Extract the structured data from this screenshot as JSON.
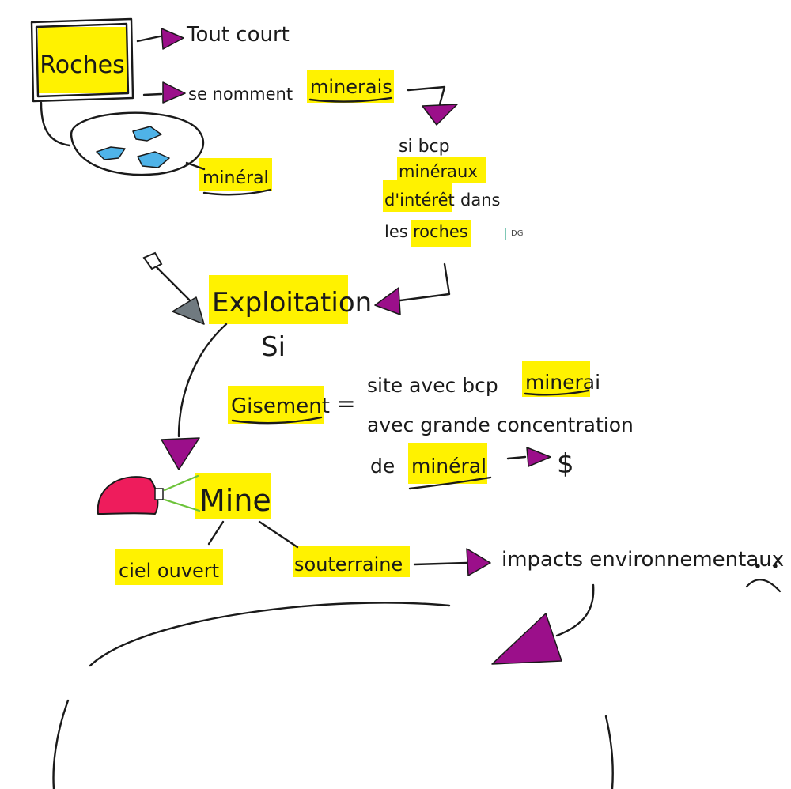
{
  "colors": {
    "ink": "#1a1a1a",
    "highlight": "#fff200",
    "arrow": "#9b0f8a",
    "mineral": "#4fb3e8",
    "helmet": "#ee1c5c",
    "shovel": "#707a80",
    "lamp": "#6cc33a",
    "tag_border": "#7fc8b6"
  },
  "nodes": {
    "roches": "Roches",
    "tout_court": "Tout court",
    "se_nomment": "se nomment",
    "minerais_1": "minerais",
    "mineral_1": "minéral",
    "si_bcp": "si bcp",
    "mineraux": "minéraux",
    "interet": "d'intérêt",
    "dans": "dans",
    "les": "les",
    "roches_2": "roches",
    "exploitation": "Exploitation",
    "si": "Si",
    "gisement": "Gisement",
    "equals": "=",
    "site_avec": "site avec bcp",
    "minerai_2": "minerai",
    "avec_grande": "avec grande concentration",
    "de": "de",
    "mineral_2": "minéral",
    "dollar": "$",
    "mine": "Mine",
    "ciel_ouvert": "ciel ouvert",
    "souterraine": "souterraine",
    "impacts": "impacts environnementaux"
  },
  "icons": [
    "minerals-cluster-icon",
    "shovel-icon",
    "miner-helmet-icon",
    "sad-face-icon"
  ],
  "author_tag": "DG"
}
